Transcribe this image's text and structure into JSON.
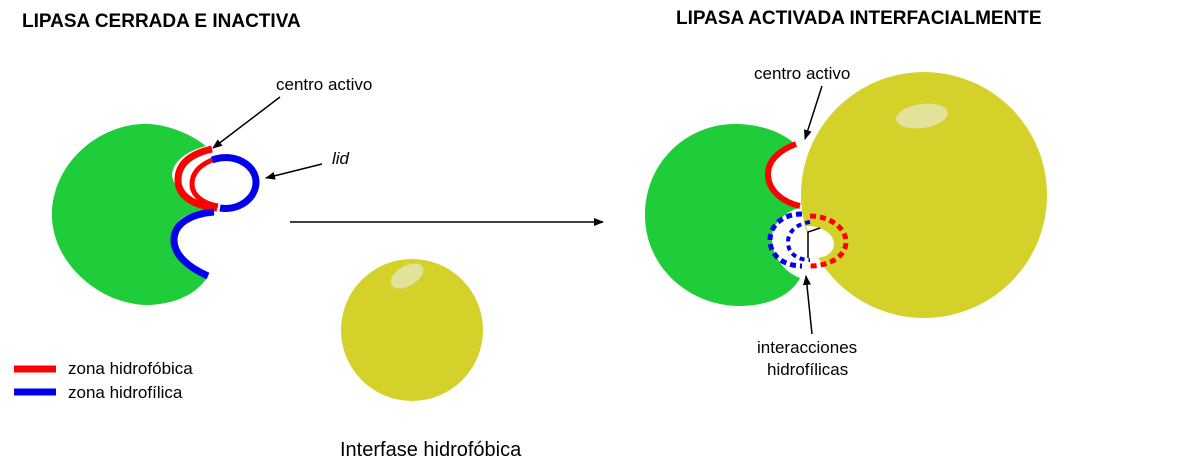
{
  "titles": {
    "left": "LIPASA CERRADA E INACTIVA",
    "right": "LIPASA ACTIVADA INTERFACIALMENTE"
  },
  "labels": {
    "active_center_left": "centro activo",
    "lid": "lid",
    "active_center_right": "centro activo",
    "interactions_line1": "interacciones",
    "interactions_line2": "hidrofílicas",
    "interface": "Interfase hidrofóbica"
  },
  "legend": {
    "hydrophobic": "zona hidrofóbica",
    "hydrophilic": "zona hidrofílica"
  },
  "colors": {
    "protein": "#1fcc3a",
    "droplet": "#d4d22a",
    "droplet_highlight": "#e3e29a",
    "hydrophobic": "#ff0000",
    "hydrophilic": "#0000ee"
  }
}
